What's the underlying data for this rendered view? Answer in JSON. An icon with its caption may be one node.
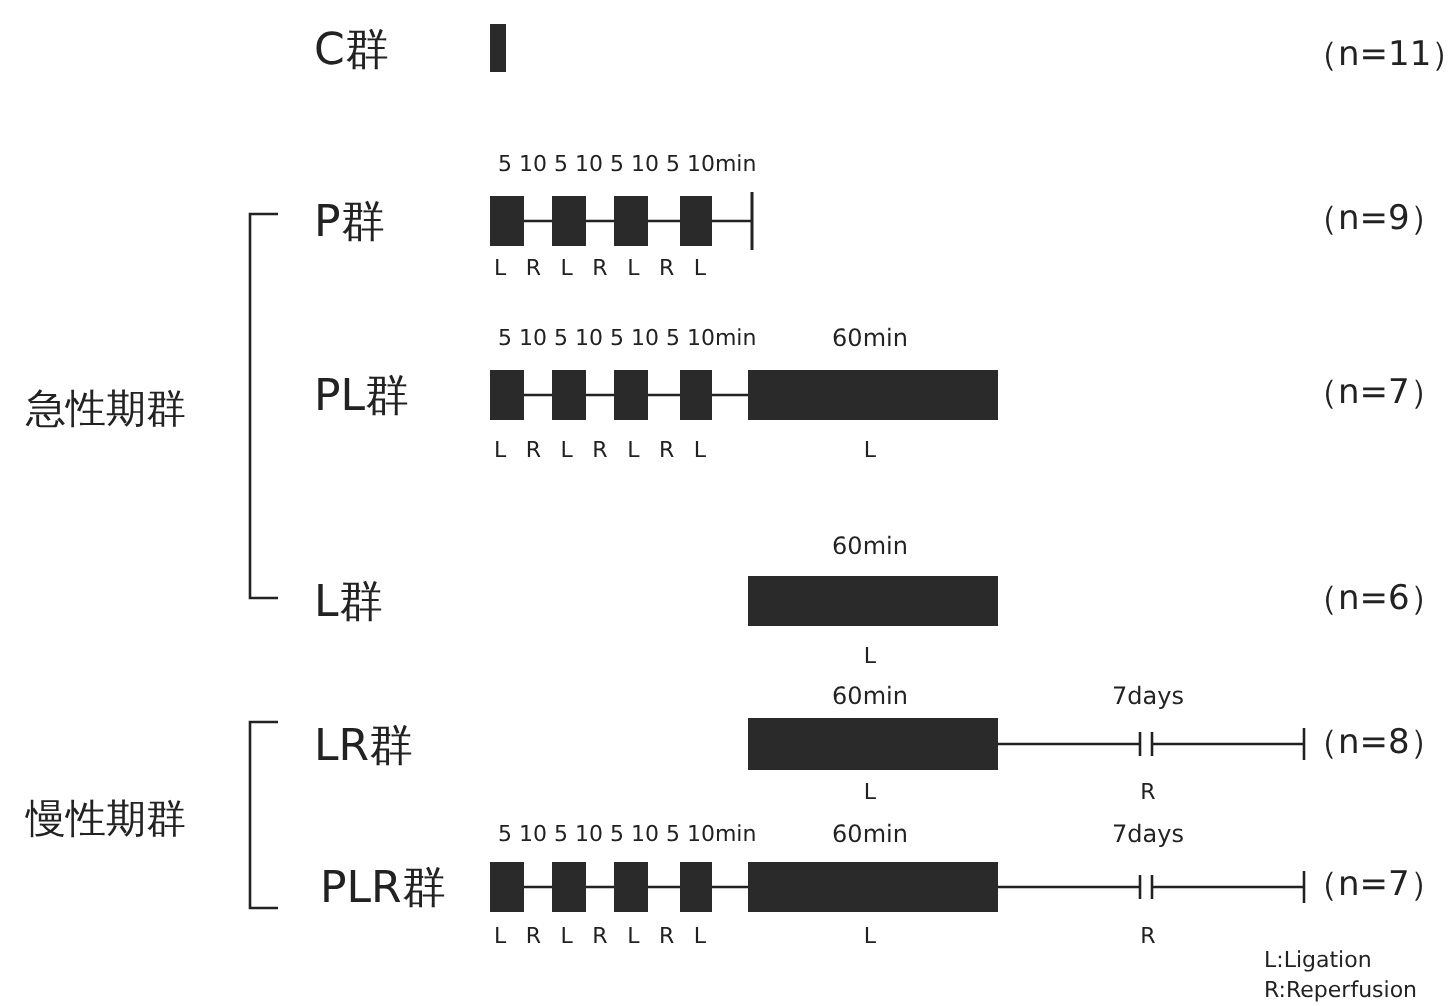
{
  "diagram": {
    "labels": [
      "C群",
      "（n=11）",
      "5 10 5 10 5 10 5 10min",
      "P群",
      "（n=9）",
      "L R L R L R L",
      "5 10 5 10 5 10 5 10min",
      "60min",
      "急性期群",
      "PL群",
      "（n=7）",
      "L R L R L R L",
      "L",
      "60min",
      "L群",
      "（n=6）",
      "L",
      "60min",
      "7days",
      "LR群",
      "（n=8）",
      "慢性期群",
      "L",
      "R",
      "5 10 5 10 5 10 5 10min",
      "60min",
      "7days",
      "PLR群",
      "（n=7）",
      "L R L R L R L",
      "L",
      "R",
      "L:Ligation",
      "R:Reperfusion"
    ]
  }
}
